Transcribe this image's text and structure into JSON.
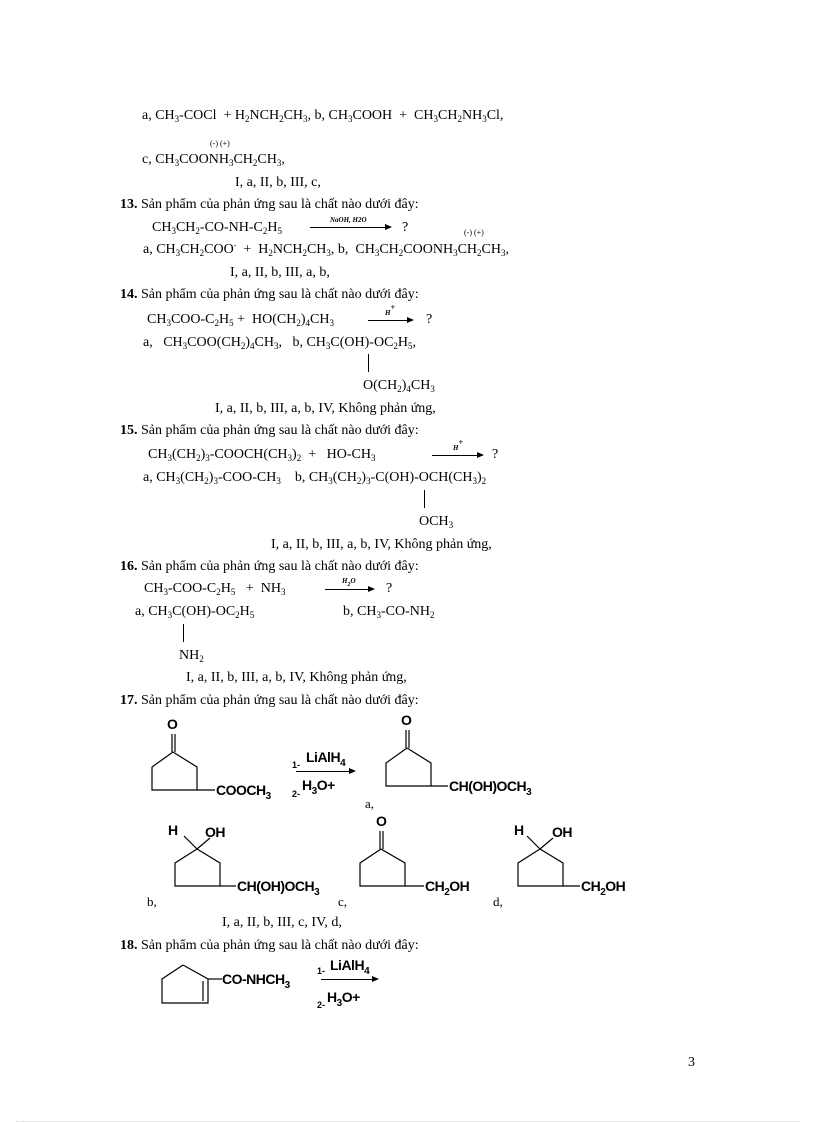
{
  "page_number": "3",
  "q12": {
    "option_a_label": "a,",
    "option_b_label": "b,",
    "option_c_label": "c,",
    "charges": "(-) (+)",
    "answers": "I, a,  II, b,  III, c,"
  },
  "q13": {
    "number": "13.",
    "prompt": "Sản phẩm của phản ứng sau là chất nào dưới đây:",
    "reagent": "NaOH, H2O",
    "question_mark": "?",
    "charges": "(-) (+)",
    "answers": "I, a,  II, b,  III, a, b,"
  },
  "q14": {
    "number": "14.",
    "prompt": "Sản phẩm của phản ứng sau là chất nào dưới đây:",
    "reagent": "H+",
    "question_mark": "?",
    "answers": "I, a,  II, b, III, a, b, IV, Không phản ứng,"
  },
  "q15": {
    "number": "15.",
    "prompt": "Sản phẩm của phản ứng sau là chất nào dưới đây:",
    "reagent": "H+",
    "question_mark": "?",
    "answers": "I, a,  II, b, III, a, b, IV, Không phản ứng,"
  },
  "q16": {
    "number": "16.",
    "prompt": "Sản phẩm của phản ứng sau là chất nào dưới đây:",
    "reagent": "H2O",
    "question_mark": "?",
    "answers": "I, a,  II, b, III, a, b, IV, Không phản ứng,"
  },
  "q17": {
    "number": "17.",
    "prompt": "Sản phẩm của phản ứng sau là chất nào dưới đây:",
    "step1": "1-",
    "reagent1": "LiAlH4",
    "step2": "2-",
    "reagent2": "H3O+",
    "substituent_start": "COOCH3",
    "opt_a": "a,",
    "opt_b": "b,",
    "opt_c": "c,",
    "opt_d": "d,",
    "sub_a": "CH(OH)OCH3",
    "sub_b": "CH(OH)OCH3",
    "sub_c": "CH2OH",
    "sub_d": "CH2OH",
    "answers": "I, a,  II, b,  III, c,  IV, d,"
  },
  "q18": {
    "number": "18.",
    "prompt": "Sản phẩm của phản ứng sau là chất nào dưới đây:",
    "substituent": "CO-NHCH3",
    "step1": "1-",
    "reagent1": "LiAlH4",
    "step2": "2-",
    "reagent2": "H3O+"
  }
}
